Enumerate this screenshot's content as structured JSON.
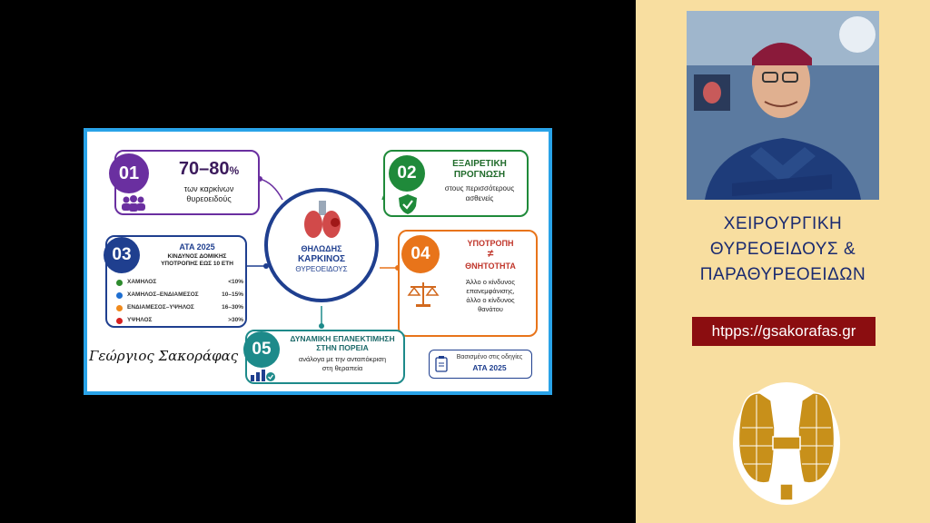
{
  "infographic": {
    "hub": {
      "l1": "ΘΗΛΩΔΗΣ",
      "l2": "ΚΑΡΚΙΝΟΣ",
      "l3": "ΘΥΡΕΟΕΙΔΟΥΣ"
    },
    "c1": {
      "num": "01",
      "big": "70–80",
      "pct": "%",
      "l1": "των καρκίνων",
      "l2": "θυρεοειδούς"
    },
    "c2": {
      "num": "02",
      "t1": "ΕΞΑΙΡΕΤΙΚΗ",
      "t2": "ΠΡΟΓΝΩΣΗ",
      "l1": "στους περισσότερους",
      "l2": "ασθενείς"
    },
    "c3": {
      "num": "03",
      "t1": "ATA 2025",
      "t2": "ΚΙΝΔΥΝΟΣ ΔΟΜΙΚΗΣ",
      "t3": "ΥΠΟΤΡΟΠΗΣ ΕΩΣ 10 ΕΤΗ",
      "rows": [
        {
          "label": "ΧΑΜΗΛΟΣ",
          "value": "<10%",
          "color": "#2e8b2e"
        },
        {
          "label": "ΧΑΜΗΛΟΣ–ΕΝΔΙΑΜΕΣΟΣ",
          "value": "10–15%",
          "color": "#1f6fd1"
        },
        {
          "label": "ΕΝΔΙΑΜΕΣΟΣ–ΥΨΗΛΟΣ",
          "value": "16–30%",
          "color": "#f08a1c"
        },
        {
          "label": "ΥΨΗΛΟΣ",
          "value": ">30%",
          "color": "#d62020"
        }
      ]
    },
    "c4": {
      "num": "04",
      "t1": "ΥΠΟΤΡΟΠΗ",
      "ne": "≠",
      "t2": "ΘΝΗΤΟΤΗΤΑ",
      "l1": "Άλλο ο κίνδυνος",
      "l2": "επανεμφάνισης,",
      "l3": "άλλο ο κίνδυνος",
      "l4": "θανάτου"
    },
    "c5": {
      "num": "05",
      "t1": "ΔΥΝΑΜΙΚΗ ΕΠΑΝΕΚΤΙΜΗΣΗ",
      "t2": "ΣΤΗΝ ΠΟΡΕΙΑ",
      "l1": "ανάλογα με την ανταπόκριση",
      "l2": "στη θεραπεία"
    },
    "badge": {
      "l1": "Βασισμένο στις οδηγίες",
      "l2": "ATA 2025"
    },
    "signature": "Γεώργιος Σακοράφας"
  },
  "panel": {
    "title1": "ΧΕΙΡΟΥΡΓΙΚΗ",
    "title2": "ΘΥΡΕΟΕΙΔΟΥΣ &",
    "title3": "ΠΑΡΑΘΥΡΕΟΕΙΔΩΝ",
    "url": "htpps://gsakorafas.gr"
  },
  "colors": {
    "purple": "#6a2fa0",
    "green": "#1f8a3a",
    "blue": "#1f3f8f",
    "orange": "#e8741a",
    "teal": "#1d8a8a",
    "banner": "#8b0d10",
    "panel_bg": "#f8dea0"
  }
}
